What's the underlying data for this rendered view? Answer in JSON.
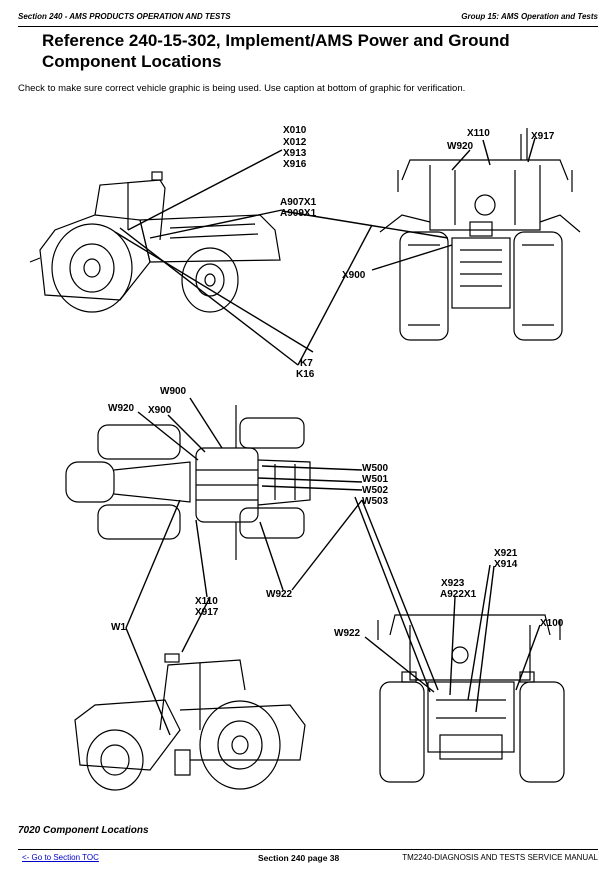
{
  "header": {
    "left": "Section 240 - AMS PRODUCTS OPERATION AND TESTS",
    "right": "Group 15: AMS Operation and Tests"
  },
  "title": "Reference 240-15-302, Implement/AMS Power and Ground Component Locations",
  "intro": "Check to make sure correct vehicle graphic is being used. Use caption at bottom of graphic for verification.",
  "callouts": {
    "x010": "X010",
    "x012": "X012",
    "x913": "X913",
    "x916": "X916",
    "a907x1": "A907X1",
    "a909x1": "A909X1",
    "k7": "K7",
    "k16": "K16",
    "x110_top": "X110",
    "x917_top": "X917",
    "w920_top": "W920",
    "x900_top": "X900",
    "w900": "W900",
    "w920_mid": "W920",
    "x900_mid": "X900",
    "w500": "W500",
    "w501": "W501",
    "w502": "W502",
    "w503": "W503",
    "x110_mid": "X110",
    "x917_mid": "X917",
    "w922_mid": "W922",
    "w1": "W1",
    "x921": "X921",
    "x914": "X914",
    "x923": "X923",
    "a922x1": "A922X1",
    "w922_rear": "W922",
    "x100": "X100"
  },
  "caption": "7020 Component Locations",
  "footer": {
    "link": "<- Go to Section TOC",
    "page": "Section 240 page 38",
    "manual": "TM2240-DIAGNOSIS AND TESTS SERVICE MANUAL"
  }
}
